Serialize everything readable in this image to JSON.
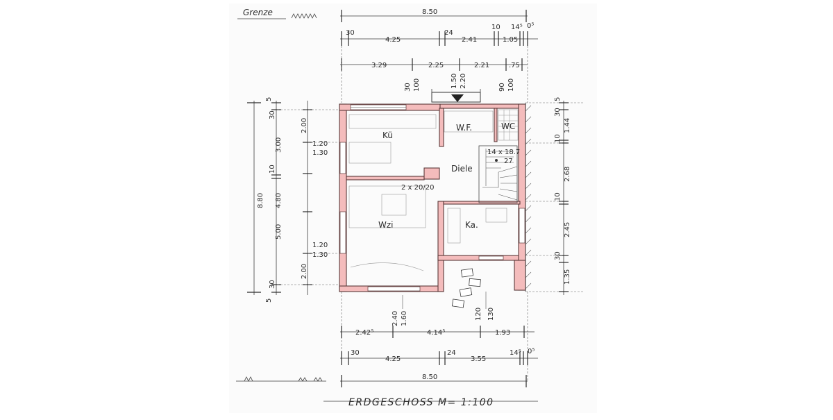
{
  "labels": {
    "grenze": "Grenze",
    "title": "ERDGESCHOSS  M= 1:100",
    "rooms": {
      "kueche": "Kü",
      "wf": "W.F.",
      "wc": "WC",
      "diele": "Diele",
      "wzi": "Wzi",
      "ka": "Ka.",
      "stair": "14 x 18.7",
      "stair_steps": "27",
      "chimney": "2 x 20/20"
    }
  },
  "dims": {
    "top": {
      "total": "8.50",
      "r2": [
        "30",
        "4.25",
        "24",
        "2.41",
        "10",
        "1.05",
        "14⁵",
        "0⁵"
      ],
      "r3": [
        "3.29",
        "2.25",
        "2.21",
        ".75"
      ],
      "r4": [
        "30",
        "100",
        "1.50",
        "2.20",
        "90",
        "100"
      ]
    },
    "bottom": {
      "total": "8.50",
      "r1": [
        "2.40",
        "1.60",
        "120",
        "130"
      ],
      "r2": [
        "2.42⁵",
        "4.14⁵",
        "1.93"
      ],
      "r3": [
        "30",
        "4.25",
        "24",
        "3.55",
        "14⁵",
        "0⁵"
      ]
    },
    "left": {
      "total": "8.80",
      "outer": [
        "5",
        "30",
        "3.00",
        "10",
        "4.80",
        "5.00",
        "30",
        "5"
      ],
      "inner": [
        "2.00",
        "1.20",
        "1.30",
        "1.20",
        "1.30",
        "2.00"
      ]
    },
    "right": [
      "5",
      "30",
      "1.44",
      "10",
      "2.68",
      "10",
      "2.45",
      "30",
      "1.35"
    ]
  }
}
